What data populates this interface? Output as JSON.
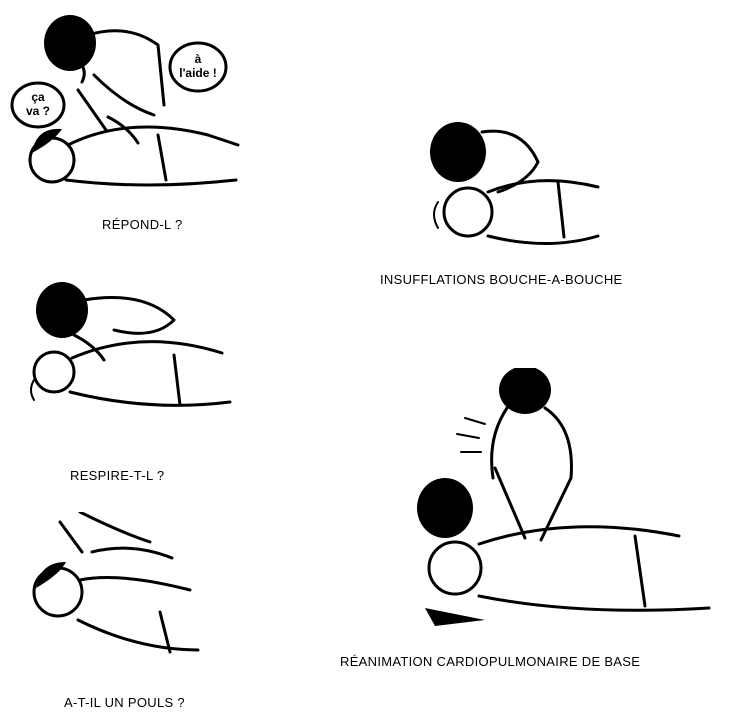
{
  "panels": [
    {
      "caption": "RÉPOND-L ?",
      "bubbles": [
        "à l'aide !",
        "ça va ?"
      ]
    },
    {
      "caption": "RESPIRE-T-L ?"
    },
    {
      "caption": "A-T-IL UN POULS ?"
    },
    {
      "caption": "INSUFFLATIONS BOUCHE-A-BOUCHE"
    },
    {
      "caption": "RÉANIMATION CARDIOPULMONAIRE DE BASE"
    }
  ]
}
